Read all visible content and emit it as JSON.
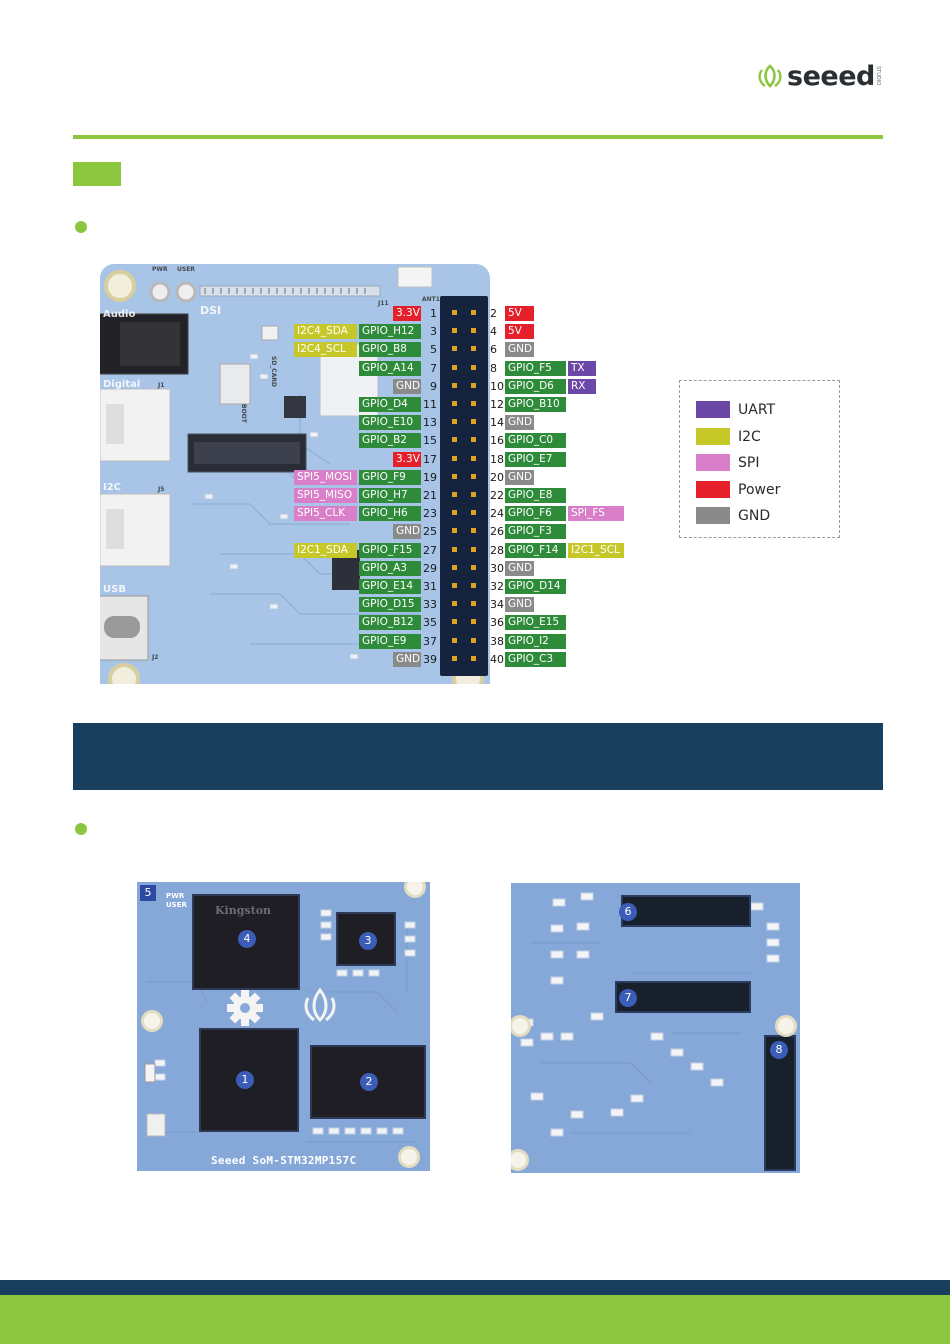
{
  "brand": {
    "name": "seeed",
    "sub": "STUDIO",
    "green": "#8cc63f",
    "navy": "#183f5e"
  },
  "board_silk": {
    "pwr": "PWR",
    "user": "USER",
    "audio": "Audio",
    "dsi": "DSI",
    "j11": "J11",
    "ant1": "ANT1",
    "digital": "Digital",
    "j1": "J1",
    "i2c": "I2C",
    "j5": "J5",
    "usb": "USB",
    "j2": "J2",
    "sd_card": "SD_CARD",
    "boot": "BOOT"
  },
  "colors": {
    "gpio": "#2e8b3a",
    "i2c": "#c6c829",
    "spi": "#d97ec8",
    "power": "#e5202a",
    "gnd": "#8a8a8a",
    "uart": "#6b48a8"
  },
  "pins": {
    "left": [
      {
        "num": "1",
        "main": "3.3V",
        "mtype": "power"
      },
      {
        "num": "3",
        "main": "GPIO_H12",
        "mtype": "gpio",
        "alt": "I2C4_SDA",
        "atype": "i2c"
      },
      {
        "num": "5",
        "main": "GPIO_B8",
        "mtype": "gpio",
        "alt": "I2C4_SCL",
        "atype": "i2c"
      },
      {
        "num": "7",
        "main": "GPIO_A14",
        "mtype": "gpio"
      },
      {
        "num": "9",
        "main": "GND",
        "mtype": "gnd"
      },
      {
        "num": "11",
        "main": "GPIO_D4",
        "mtype": "gpio"
      },
      {
        "num": "13",
        "main": "GPIO_E10",
        "mtype": "gpio"
      },
      {
        "num": "15",
        "main": "GPIO_B2",
        "mtype": "gpio"
      },
      {
        "num": "17",
        "main": "3.3V",
        "mtype": "power"
      },
      {
        "num": "19",
        "main": "GPIO_F9",
        "mtype": "gpio",
        "alt": "SPI5_MOSI",
        "atype": "spi"
      },
      {
        "num": "21",
        "main": "GPIO_H7",
        "mtype": "gpio",
        "alt": "SPI5_MISO",
        "atype": "spi"
      },
      {
        "num": "23",
        "main": "GPIO_H6",
        "mtype": "gpio",
        "alt": "SPI5_CLK",
        "atype": "spi"
      },
      {
        "num": "25",
        "main": "GND",
        "mtype": "gnd"
      },
      {
        "num": "27",
        "main": "GPIO_F15",
        "mtype": "gpio",
        "alt": "I2C1_SDA",
        "atype": "i2c"
      },
      {
        "num": "29",
        "main": "GPIO_A3",
        "mtype": "gpio"
      },
      {
        "num": "31",
        "main": "GPIO_E14",
        "mtype": "gpio"
      },
      {
        "num": "33",
        "main": "GPIO_D15",
        "mtype": "gpio"
      },
      {
        "num": "35",
        "main": "GPIO_B12",
        "mtype": "gpio"
      },
      {
        "num": "37",
        "main": "GPIO_E9",
        "mtype": "gpio"
      },
      {
        "num": "39",
        "main": "GND",
        "mtype": "gnd"
      }
    ],
    "right": [
      {
        "num": "2",
        "main": "5V",
        "mtype": "power"
      },
      {
        "num": "4",
        "main": "5V",
        "mtype": "power"
      },
      {
        "num": "6",
        "main": "GND",
        "mtype": "gnd"
      },
      {
        "num": "8",
        "main": "GPIO_F5",
        "mtype": "gpio",
        "alt": "TX",
        "atype": "uart"
      },
      {
        "num": "10",
        "main": "GPIO_D6",
        "mtype": "gpio",
        "alt": "RX",
        "atype": "uart"
      },
      {
        "num": "12",
        "main": "GPIO_B10",
        "mtype": "gpio"
      },
      {
        "num": "14",
        "main": "GND",
        "mtype": "gnd"
      },
      {
        "num": "16",
        "main": "GPIO_C0",
        "mtype": "gpio"
      },
      {
        "num": "18",
        "main": "GPIO_E7",
        "mtype": "gpio"
      },
      {
        "num": "20",
        "main": "GND",
        "mtype": "gnd"
      },
      {
        "num": "22",
        "main": "GPIO_E8",
        "mtype": "gpio"
      },
      {
        "num": "24",
        "main": "GPIO_F6",
        "mtype": "gpio",
        "alt": "SPI_FS",
        "atype": "spi"
      },
      {
        "num": "26",
        "main": "GPIO_F3",
        "mtype": "gpio"
      },
      {
        "num": "28",
        "main": "GPIO_F14",
        "mtype": "gpio",
        "alt": "I2C1_SCL",
        "atype": "i2c"
      },
      {
        "num": "30",
        "main": "GND",
        "mtype": "gnd"
      },
      {
        "num": "32",
        "main": "GPIO_D14",
        "mtype": "gpio"
      },
      {
        "num": "34",
        "main": "GND",
        "mtype": "gnd"
      },
      {
        "num": "36",
        "main": "GPIO_E15",
        "mtype": "gpio"
      },
      {
        "num": "38",
        "main": "GPIO_I2",
        "mtype": "gpio"
      },
      {
        "num": "40",
        "main": "GPIO_C3",
        "mtype": "gpio"
      }
    ]
  },
  "legend": [
    {
      "label": "UART",
      "color": "#6b48a8"
    },
    {
      "label": "I2C",
      "color": "#c6c829"
    },
    {
      "label": "SPI",
      "color": "#d97ec8"
    },
    {
      "label": "Power",
      "color": "#e5202a"
    },
    {
      "label": "GND",
      "color": "#8a8a8a"
    }
  ],
  "som_front": {
    "kingston": "Kingston",
    "silkscreen": "Seeed SoM-STM32MP157C",
    "pwr": "PWR",
    "user": "USER",
    "badges": [
      "1",
      "2",
      "3",
      "4",
      "5"
    ]
  },
  "som_back": {
    "badges": [
      "6",
      "7",
      "8"
    ]
  }
}
